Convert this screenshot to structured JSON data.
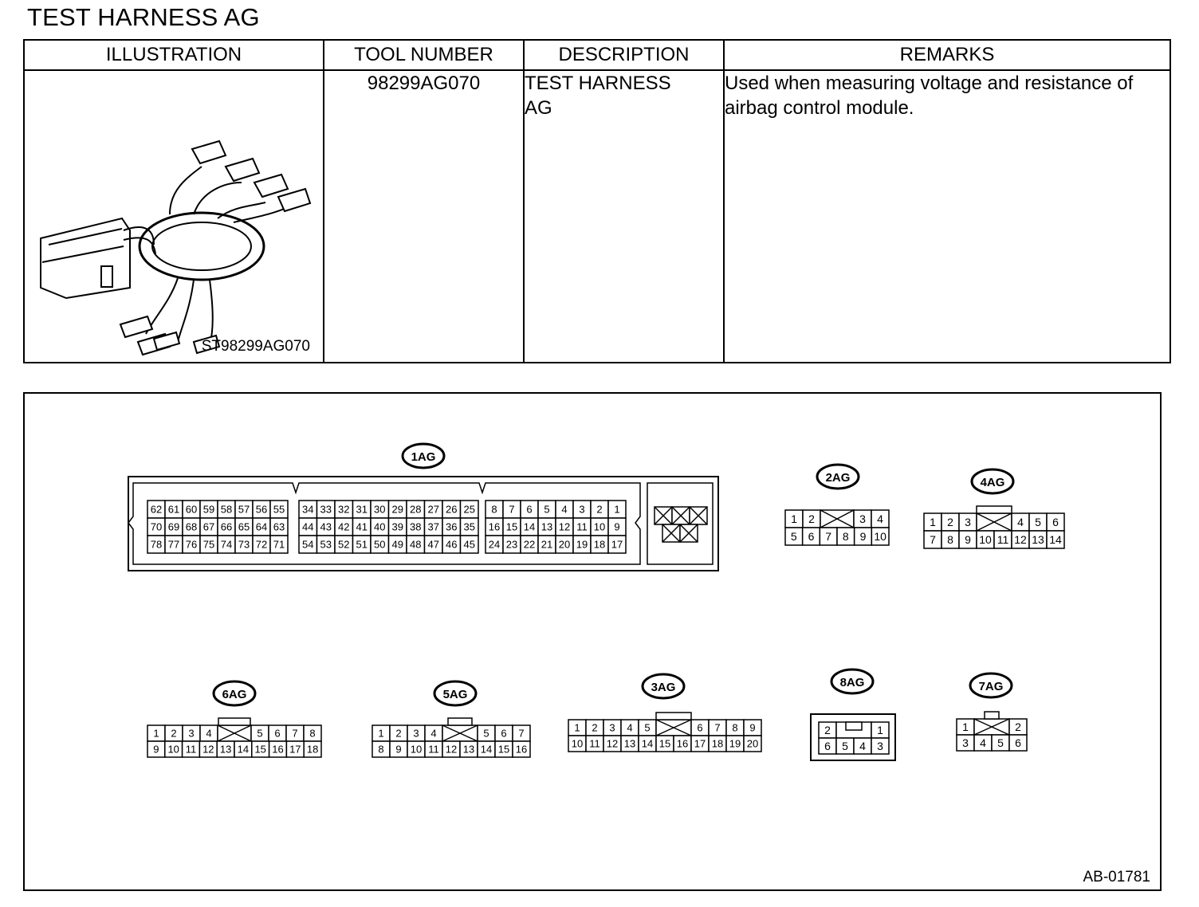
{
  "title": "TEST HARNESS AG",
  "table": {
    "headers": {
      "illustration": "ILLUSTRATION",
      "tool_number": "TOOL NUMBER",
      "description": "DESCRIPTION",
      "remarks": "REMARKS"
    },
    "row": {
      "tool_number": "98299AG070",
      "description_line1": "TEST HARNESS",
      "description_line2": "AG",
      "remarks_line1": "Used when measuring voltage and resistance of",
      "remarks_line2": "airbag control module.",
      "illustration_caption": "ST98299AG070"
    }
  },
  "figure_code": "AB-01781",
  "connectors": [
    {
      "id": "1AG",
      "label": "1AG",
      "blocks": [
        {
          "rows": [
            [
              "62",
              "61",
              "60",
              "59",
              "58",
              "57",
              "56",
              "55"
            ],
            [
              "70",
              "69",
              "68",
              "67",
              "66",
              "65",
              "64",
              "63"
            ],
            [
              "78",
              "77",
              "76",
              "75",
              "74",
              "73",
              "72",
              "71"
            ]
          ]
        },
        {
          "rows": [
            [
              "34",
              "33",
              "32",
              "31",
              "30",
              "29",
              "28",
              "27",
              "26",
              "25"
            ],
            [
              "44",
              "43",
              "42",
              "41",
              "40",
              "39",
              "38",
              "37",
              "36",
              "35"
            ],
            [
              "54",
              "53",
              "52",
              "51",
              "50",
              "49",
              "48",
              "47",
              "46",
              "45"
            ]
          ]
        },
        {
          "rows": [
            [
              "8",
              "7",
              "6",
              "5",
              "4",
              "3",
              "2",
              "1"
            ],
            [
              "16",
              "15",
              "14",
              "13",
              "12",
              "11",
              "10",
              "9"
            ],
            [
              "24",
              "23",
              "22",
              "21",
              "20",
              "19",
              "18",
              "17"
            ]
          ]
        }
      ]
    },
    {
      "id": "2AG",
      "label": "2AG",
      "rows": [
        [
          "1",
          "2",
          "X",
          "3",
          "4"
        ],
        [
          "5",
          "6",
          "7",
          "8",
          "9",
          "10"
        ]
      ]
    },
    {
      "id": "4AG",
      "label": "4AG",
      "rows": [
        [
          "1",
          "2",
          "3",
          "X",
          "4",
          "5",
          "6"
        ],
        [
          "7",
          "8",
          "9",
          "10",
          "11",
          "12",
          "13",
          "14"
        ]
      ]
    },
    {
      "id": "6AG",
      "label": "6AG",
      "rows": [
        [
          "1",
          "2",
          "3",
          "4",
          "X",
          "5",
          "6",
          "7",
          "8"
        ],
        [
          "9",
          "10",
          "11",
          "12",
          "13",
          "14",
          "15",
          "16",
          "17",
          "18"
        ]
      ]
    },
    {
      "id": "5AG",
      "label": "5AG",
      "rows": [
        [
          "1",
          "2",
          "3",
          "4",
          "X",
          "5",
          "6",
          "7"
        ],
        [
          "8",
          "9",
          "10",
          "11",
          "12",
          "13",
          "14",
          "15",
          "16"
        ]
      ]
    },
    {
      "id": "3AG",
      "label": "3AG",
      "rows": [
        [
          "1",
          "2",
          "3",
          "4",
          "5",
          "X",
          "6",
          "7",
          "8",
          "9"
        ],
        [
          "10",
          "11",
          "12",
          "13",
          "14",
          "15",
          "16",
          "17",
          "18",
          "19",
          "20"
        ]
      ]
    },
    {
      "id": "8AG",
      "label": "8AG",
      "rows": [
        [
          "2",
          "X",
          "1"
        ],
        [
          "6",
          "5",
          "4",
          "3"
        ]
      ]
    },
    {
      "id": "7AG",
      "label": "7AG",
      "rows": [
        [
          "1",
          "X",
          "2"
        ],
        [
          "3",
          "4",
          "5",
          "6"
        ]
      ]
    }
  ]
}
